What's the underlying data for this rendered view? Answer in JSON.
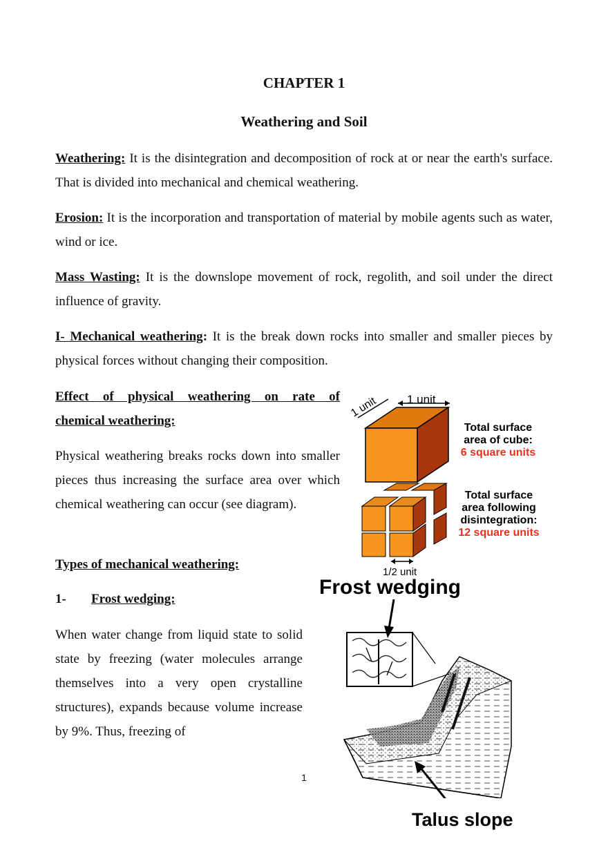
{
  "chapter": "CHAPTER 1",
  "title": "Weathering and Soil",
  "weathering": {
    "term": "Weathering:",
    "text": " It is the disintegration and decomposition of rock at or near the earth's surface. That is divided into mechanical and chemical weathering."
  },
  "erosion": {
    "term": "Erosion:",
    "text": " It is the incorporation and transportation of material by mobile agents such as water, wind or ice."
  },
  "mass_wasting": {
    "term": "Mass Wasting:",
    "text": " It is the downslope movement of rock, regolith, and soil under the direct influence of gravity."
  },
  "mechanical": {
    "term": "I- Mechanical weathering",
    "colon": ":",
    "text": " It is the break down rocks into smaller and smaller pieces by physical forces without changing their composition."
  },
  "effect": {
    "heading_line1": "Effect of physical weathering on rate of",
    "heading_line2": "chemical weathering:",
    "text": "Physical weathering breaks rocks down into smaller pieces thus increasing the surface area over which chemical weathering can occur (see diagram)."
  },
  "types_heading": "Types of mechanical weathering:",
  "frost": {
    "number": "1-",
    "heading": "Frost wedging:",
    "text": "When water change from liquid state to solid state by freezing (water molecules arrange themselves into a very open crystalline structures), expands because volume increase by 9%.  Thus, freezing of"
  },
  "cube_diagram": {
    "label_1unit_side": "1 unit",
    "label_1unit_top": "1 unit",
    "total1_line1": "Total surface",
    "total1_line2": "area of cube:",
    "total1_value": "6 square units",
    "total2_line1": "Total surface",
    "total2_line2": "area following",
    "total2_line3": "disintegration:",
    "total2_value": "12 square units",
    "half_unit": "1/2 unit",
    "colors": {
      "face_front": "#f7941d",
      "face_top": "#f0a030",
      "face_side": "#b5410f",
      "accent_red": "#e8321e"
    }
  },
  "frost_diagram": {
    "caption_top": "Frost wedging",
    "caption_bottom": "Talus slope"
  },
  "page_number": "1"
}
